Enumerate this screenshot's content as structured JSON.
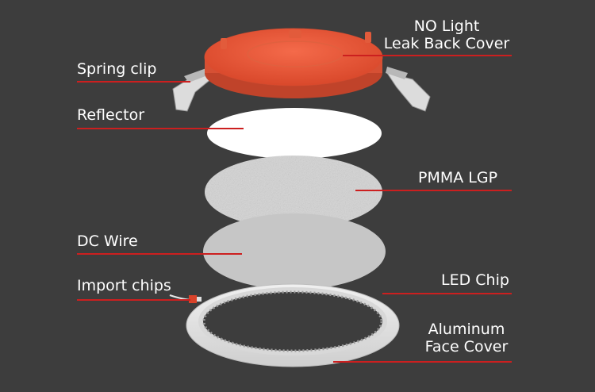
{
  "labels": {
    "back_cover": [
      "NO Light",
      "Leak Back Cover"
    ],
    "spring_clip": "Spring clip",
    "reflector": "Reflector",
    "pmma_lgp": "PMMA LGP",
    "dc_wire": "DC Wire",
    "import_chips": "Import chips",
    "led_chip": "LED Chip",
    "face_cover": [
      "Aluminum",
      "Face Cover"
    ]
  },
  "colors": {
    "background": "#3d3d3d",
    "leader_line": "#cc1f1f",
    "back_cover": "#ef5a3a",
    "reflector": "#ffffff",
    "lgp": "#d9d9d9",
    "diffuser": "#c8c8c8",
    "face_ring": "#e6e6e6",
    "text": "#ffffff"
  }
}
